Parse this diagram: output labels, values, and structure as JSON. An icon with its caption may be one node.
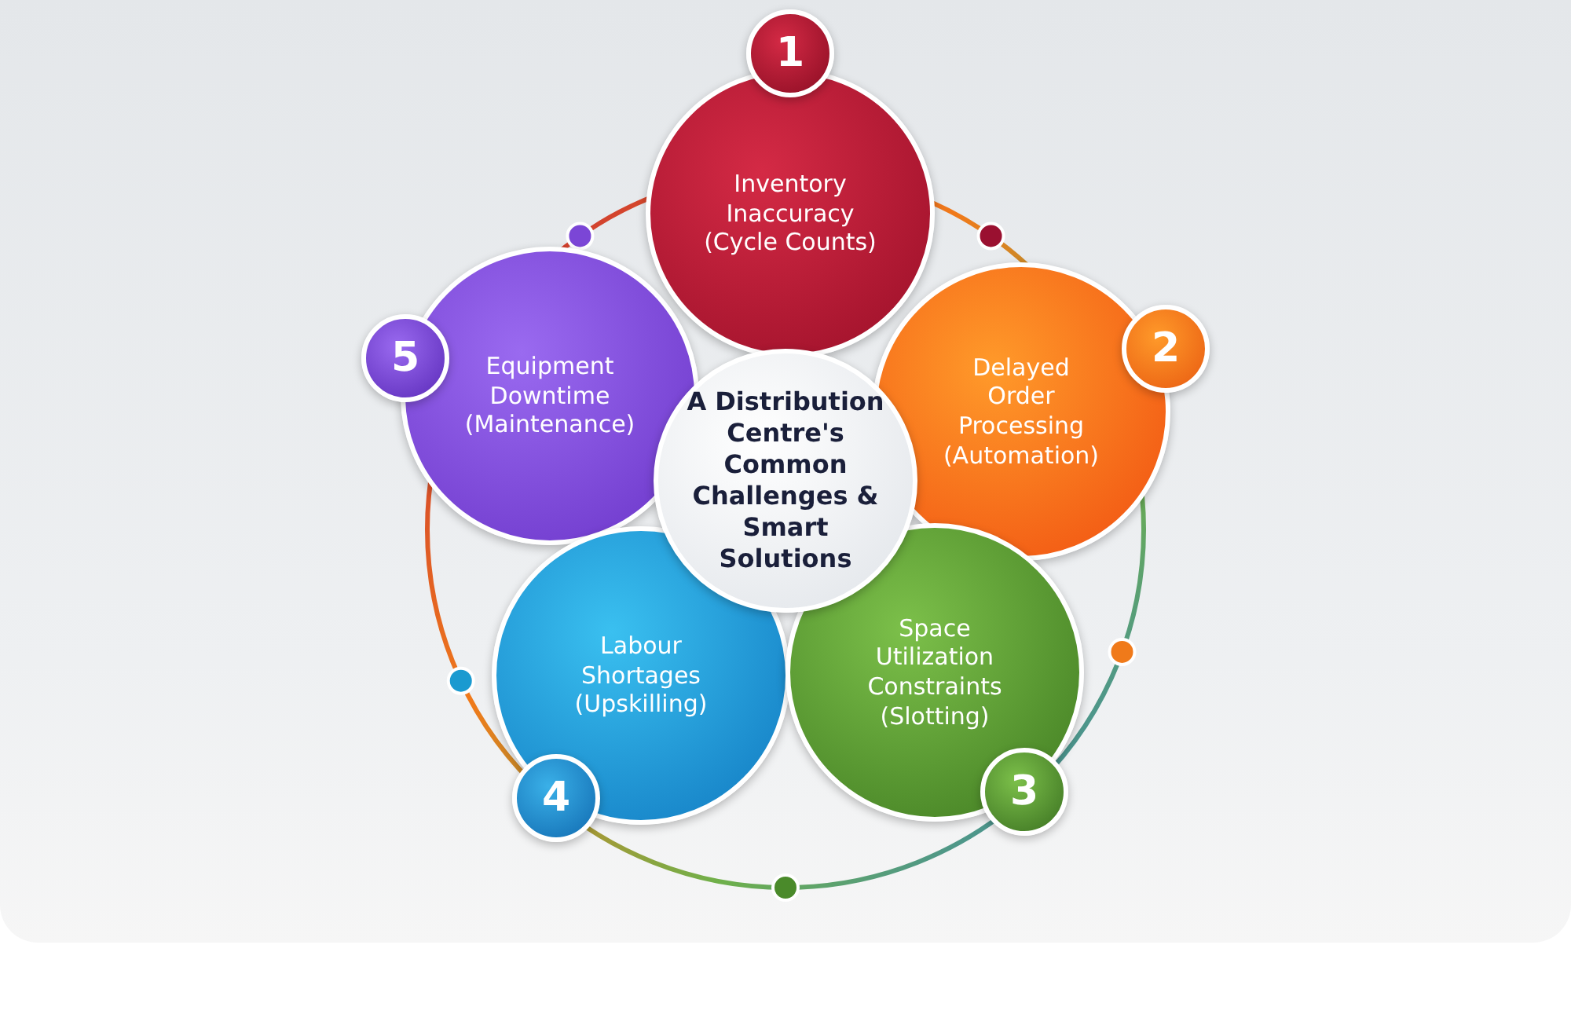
{
  "diagram": {
    "nodes": [
      {
        "text": [
          "A Distribution Centre's Common Challenges & Smart Solutions"
        ]
      },
      {
        "text": [
          "Inventory Inaccuracy (Cycle Counts)"
        ]
      },
      {
        "text": [
          "1"
        ]
      },
      {
        "text": [
          "Delayed Order Processing (Automation)"
        ]
      },
      {
        "text": [
          "2"
        ]
      },
      {
        "text": [
          "Space Utilization Constraints (Slotting)"
        ]
      },
      {
        "text": [
          "3"
        ]
      },
      {
        "text": [
          "Labour Shortages (Upskilling)"
        ]
      },
      {
        "text": [
          "4"
        ]
      },
      {
        "text": [
          "Equipment Downtime (Maintenance)"
        ]
      },
      {
        "text": [
          "5"
        ]
      }
    ]
  }
}
